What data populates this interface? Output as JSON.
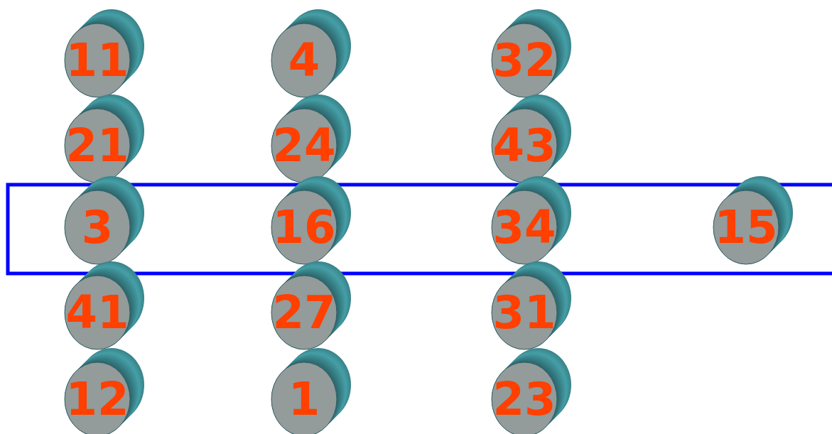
{
  "diagram": {
    "nodes": [
      {
        "text": [
          "11"
        ]
      },
      {
        "text": [
          "4"
        ]
      },
      {
        "text": [
          "32"
        ]
      },
      {
        "text": [
          "21"
        ]
      },
      {
        "text": [
          "24"
        ]
      },
      {
        "text": [
          "43"
        ]
      },
      {
        "text": [
          "3"
        ]
      },
      {
        "text": [
          "16"
        ]
      },
      {
        "text": [
          "34"
        ]
      },
      {
        "text": [
          "15"
        ]
      },
      {
        "text": [
          "41"
        ]
      },
      {
        "text": [
          "27"
        ]
      },
      {
        "text": [
          "31"
        ]
      },
      {
        "text": [
          "12"
        ]
      },
      {
        "text": [
          "1"
        ]
      },
      {
        "text": [
          "23"
        ]
      }
    ]
  }
}
